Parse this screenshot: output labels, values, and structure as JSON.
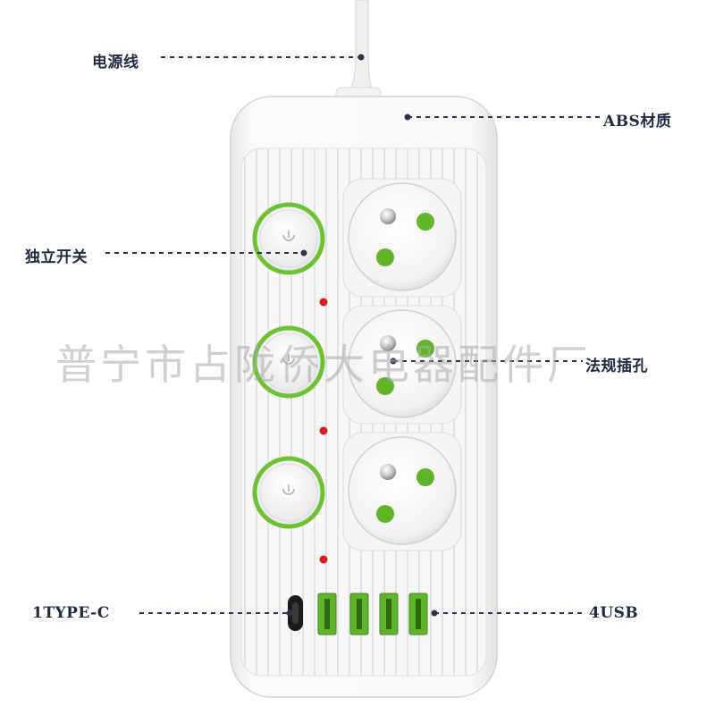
{
  "labels": {
    "power_cord": "电源线",
    "abs_material": "ABS材质",
    "independent_switch": "独立开关",
    "french_socket": "法规插孔",
    "type_c": "1TYPE-C",
    "usb": "4USB"
  },
  "watermark": "普宁市占陇侨大电器配件厂",
  "colors": {
    "accent_green": "#5fb42a",
    "indicator_red": "#d62020",
    "body_white": "#f4f4f4",
    "label_text": "#1f2a44"
  },
  "product": {
    "switch_count": 3,
    "socket_count": 3,
    "usb_port_count": 4,
    "type_c_port_count": 1,
    "power_icon": "power-icon"
  }
}
